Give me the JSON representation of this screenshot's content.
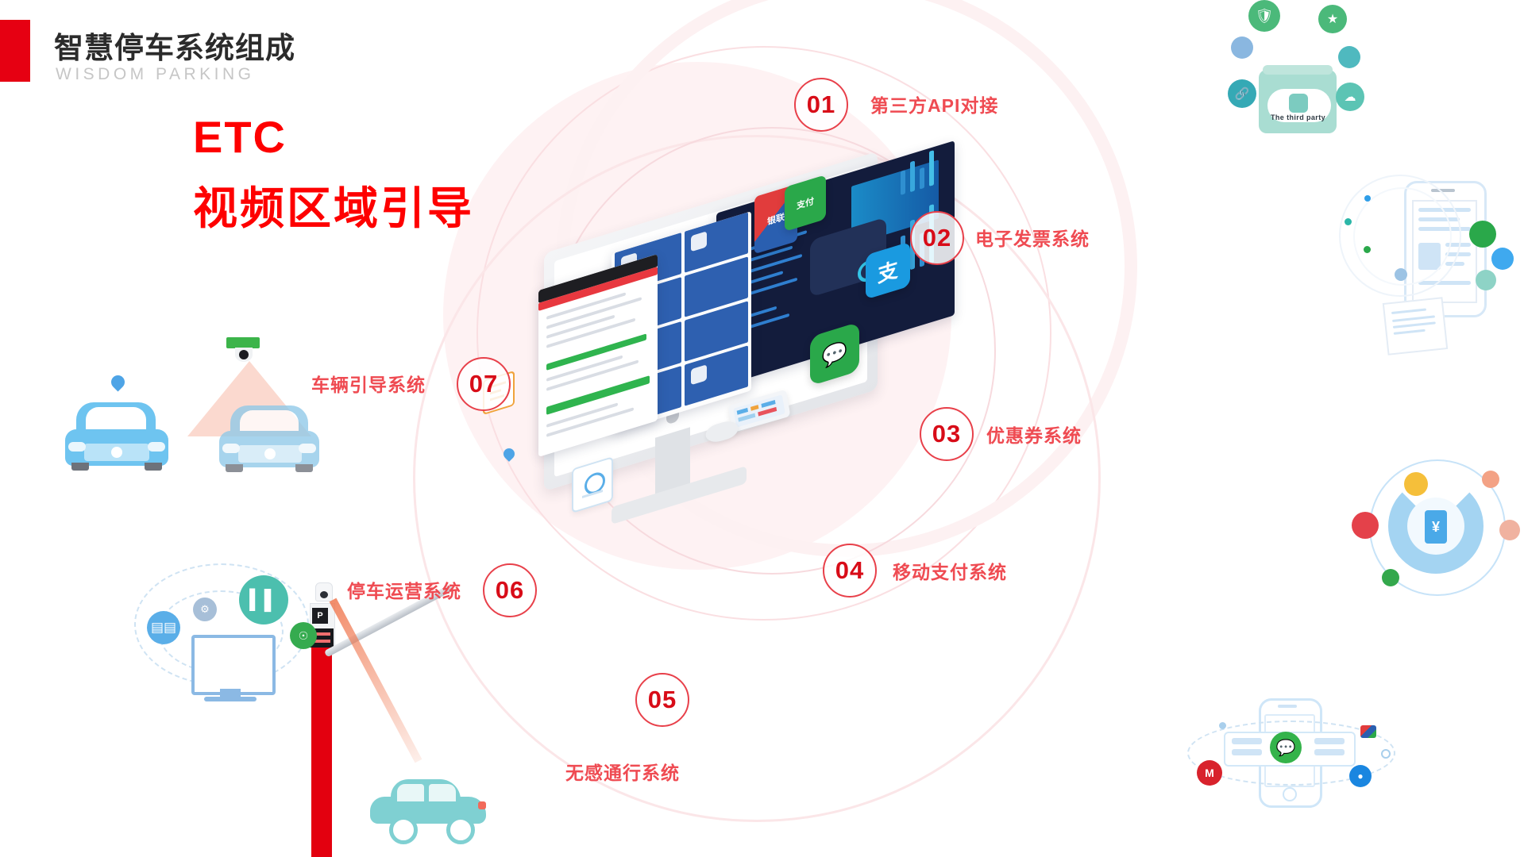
{
  "header": {
    "title": "智慧停车系统组成",
    "subtitle": "WISDOM PARKING",
    "accent_color": "#e60012"
  },
  "headline": {
    "line1": "ETC",
    "line2": "视频区域引导",
    "color": "#fe0000"
  },
  "items": [
    {
      "number": "01",
      "label": "第三方API对接",
      "illustration": "third-party-cloud"
    },
    {
      "number": "02",
      "label": "电子发票系统",
      "illustration": "e-invoice-phone"
    },
    {
      "number": "03",
      "label": "优惠券系统",
      "illustration": "coupon-ring"
    },
    {
      "number": "04",
      "label": "移动支付系统",
      "illustration": "mobile-payment-phone"
    },
    {
      "number": "05",
      "label": "无感通行系统",
      "illustration": "barrier-gate-car"
    },
    {
      "number": "06",
      "label": "停车运营系统",
      "illustration": "operations-monitor"
    },
    {
      "number": "07",
      "label": "车辆引导系统",
      "illustration": "camera-two-cars"
    }
  ],
  "illustrations": {
    "third_party": {
      "caption": "The third party"
    }
  },
  "colors": {
    "badge_border": "#e8404a",
    "badge_text": "#d80c18",
    "label_text": "#ef4b52",
    "ring_pink": "#fdeeef",
    "teal": "#5cc4b4",
    "green": "#3cab5b",
    "blue": "#5aaee8",
    "dark_panel": "#131c3c"
  }
}
